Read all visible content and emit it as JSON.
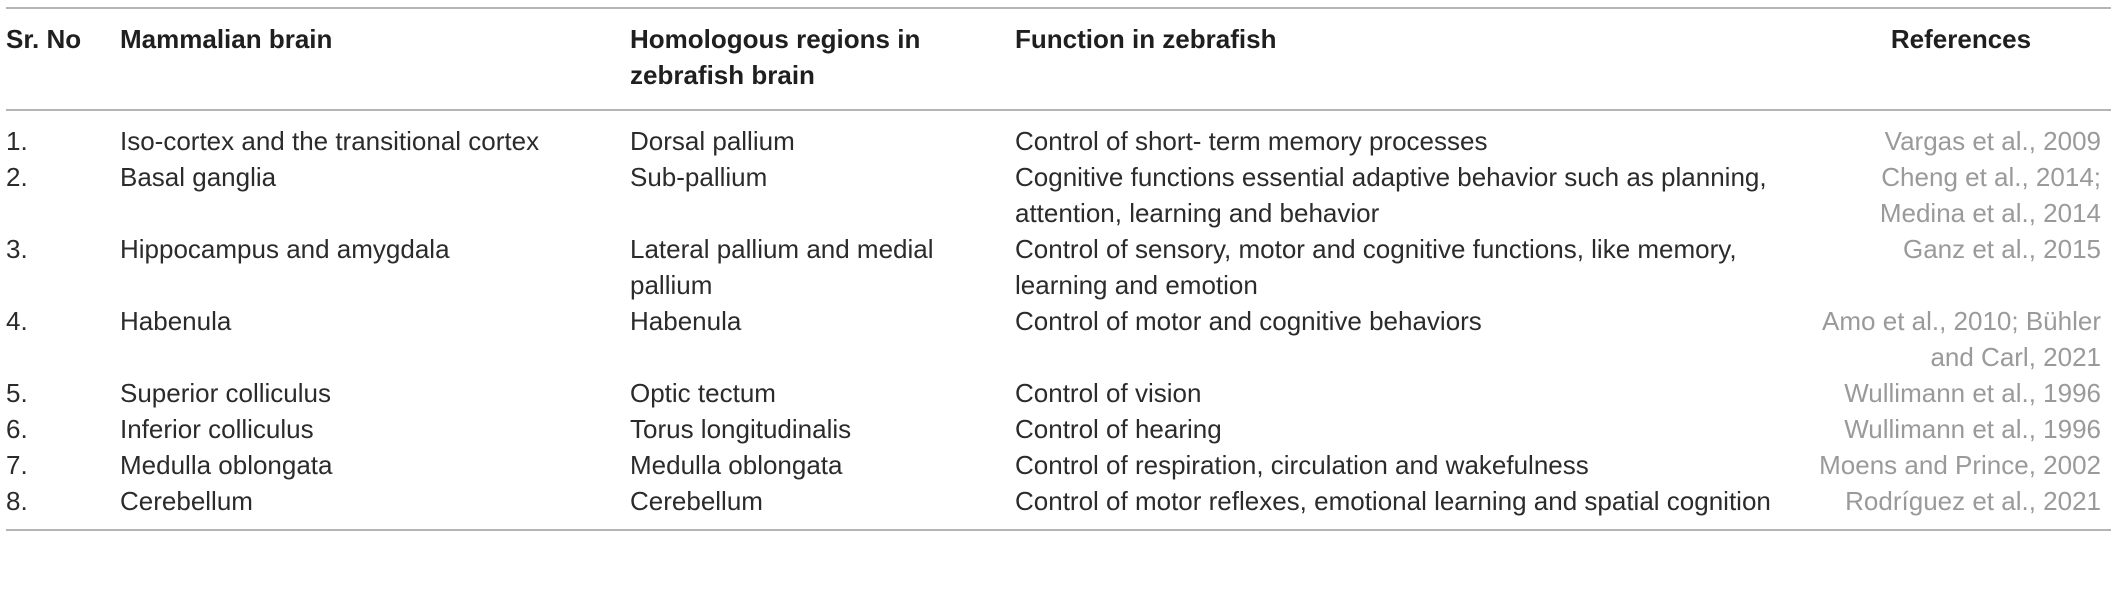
{
  "table": {
    "headers": {
      "sr_no": "Sr. No",
      "mammalian": "Mammalian brain",
      "zebrafish_line1": "Homologous regions in",
      "zebrafish_line2": "zebrafish brain",
      "function": "Function in zebrafish",
      "references": "References"
    },
    "rows": [
      {
        "no": "1.",
        "mammalian": "Iso-cortex and the transitional cortex",
        "zebrafish": "Dorsal pallium",
        "function": "Control of short- term memory processes",
        "reference": "Vargas et al., 2009"
      },
      {
        "no": "2.",
        "mammalian": "Basal ganglia",
        "zebrafish": "Sub-pallium",
        "function": "Cognitive functions essential adaptive behavior such as planning, attention, learning and behavior",
        "reference": "Cheng et al., 2014; Medina et al., 2014"
      },
      {
        "no": "3.",
        "mammalian": "Hippocampus and amygdala",
        "zebrafish": "Lateral pallium and medial pallium",
        "function": "Control of sensory, motor and cognitive functions, like memory, learning and emotion",
        "reference": "Ganz et al., 2015"
      },
      {
        "no": "4.",
        "mammalian": "Habenula",
        "zebrafish": "Habenula",
        "function": "Control of motor and cognitive behaviors",
        "reference": "Amo et al., 2010; Bühler and Carl, 2021"
      },
      {
        "no": "5.",
        "mammalian": "Superior colliculus",
        "zebrafish": "Optic tectum",
        "function": "Control of vision",
        "reference": "Wullimann et al., 1996"
      },
      {
        "no": "6.",
        "mammalian": "Inferior colliculus",
        "zebrafish": "Torus longitudinalis",
        "function": "Control of hearing",
        "reference": "Wullimann et al., 1996"
      },
      {
        "no": "7.",
        "mammalian": "Medulla oblongata",
        "zebrafish": "Medulla oblongata",
        "function": "Control of respiration, circulation and wakefulness",
        "reference": "Moens and Prince, 2002"
      },
      {
        "no": "8.",
        "mammalian": "Cerebellum",
        "zebrafish": "Cerebellum",
        "function": "Control of motor reflexes, emotional learning and spatial cognition",
        "reference": "Rodríguez et al., 2021"
      }
    ]
  }
}
